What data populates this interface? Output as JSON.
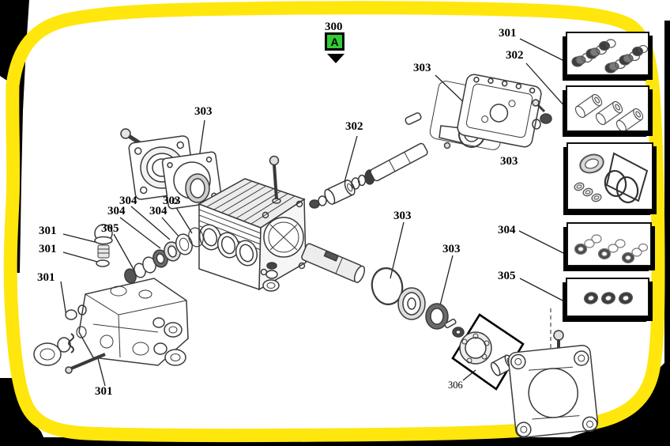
{
  "colors": {
    "highlight_yellow": "#FFE60D",
    "frame_black": "#000000",
    "marker_green": "#33CC33",
    "line_art": "#3a3a3a"
  },
  "marker": {
    "number": "300",
    "letter": "A"
  },
  "callouts": [
    {
      "id": "c0",
      "text": "300"
    },
    {
      "id": "c1",
      "text": "301"
    },
    {
      "id": "c2",
      "text": "302"
    },
    {
      "id": "c3",
      "text": "303"
    },
    {
      "id": "c4",
      "text": "303"
    },
    {
      "id": "c5",
      "text": "304"
    },
    {
      "id": "c6",
      "text": "305"
    },
    {
      "id": "c7",
      "text": "303"
    },
    {
      "id": "c8",
      "text": "302"
    },
    {
      "id": "c9",
      "text": "304"
    },
    {
      "id": "c10",
      "text": "303"
    },
    {
      "id": "c11",
      "text": "304"
    },
    {
      "id": "c12",
      "text": "304"
    },
    {
      "id": "c13",
      "text": "305"
    },
    {
      "id": "c14",
      "text": "301"
    },
    {
      "id": "c15",
      "text": "301"
    },
    {
      "id": "c16",
      "text": "301"
    },
    {
      "id": "c17",
      "text": "303"
    },
    {
      "id": "c18",
      "text": "303"
    },
    {
      "id": "c19",
      "text": "301"
    },
    {
      "id": "c20",
      "text": "306"
    }
  ],
  "kit_boxes": [
    {
      "label": "301",
      "depicts": "six check valves with o-rings"
    },
    {
      "label": "302",
      "depicts": "three piston sleeves"
    },
    {
      "label": "303",
      "depicts": "seal rings and square gasket kit"
    },
    {
      "label": "304",
      "depicts": "three packing seal sets"
    },
    {
      "label": "305",
      "depicts": "three o-rings"
    }
  ]
}
